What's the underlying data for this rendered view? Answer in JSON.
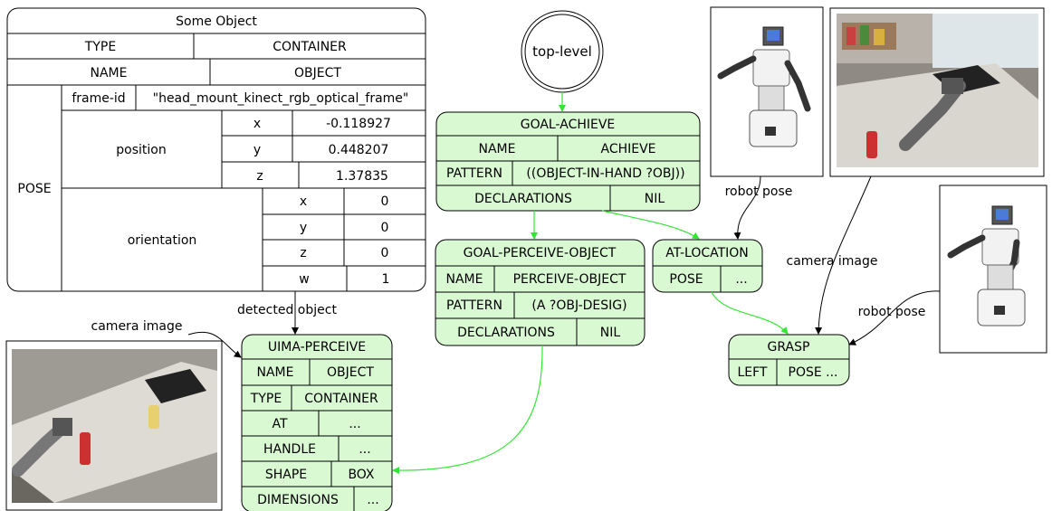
{
  "some_object": {
    "title": "Some Object",
    "type_label": "TYPE",
    "type_value": "CONTAINER",
    "name_label": "NAME",
    "name_value": "OBJECT",
    "pose_label": "POSE",
    "frame_id_label": "frame-id",
    "frame_id_value": "\"head_mount_kinect_rgb_optical_frame\"",
    "position_label": "position",
    "position": [
      {
        "axis": "x",
        "value": "-0.118927"
      },
      {
        "axis": "y",
        "value": "0.448207"
      },
      {
        "axis": "z",
        "value": "1.37835"
      }
    ],
    "orientation_label": "orientation",
    "orientation": [
      {
        "axis": "x",
        "value": "0"
      },
      {
        "axis": "y",
        "value": "0"
      },
      {
        "axis": "z",
        "value": "0"
      },
      {
        "axis": "w",
        "value": "1"
      }
    ]
  },
  "top_level": "top-level",
  "goal_achieve": {
    "title": "GOAL-ACHIEVE",
    "rows": [
      [
        "NAME",
        "ACHIEVE"
      ],
      [
        "PATTERN",
        "((OBJECT-IN-HAND ?OBJ))"
      ],
      [
        "DECLARATIONS",
        "NIL"
      ]
    ]
  },
  "goal_perceive": {
    "title": "GOAL-PERCEIVE-OBJECT",
    "rows": [
      [
        "NAME",
        "PERCEIVE-OBJECT"
      ],
      [
        "PATTERN",
        "(A ?OBJ-DESIG)"
      ],
      [
        "DECLARATIONS",
        "NIL"
      ]
    ]
  },
  "at_location": {
    "title": "AT-LOCATION",
    "rows": [
      [
        "POSE",
        "..."
      ]
    ]
  },
  "grasp": {
    "title": "GRASP",
    "rows": [
      [
        "LEFT",
        "POSE ..."
      ]
    ]
  },
  "uima": {
    "title": "UIMA-PERCEIVE",
    "rows": [
      [
        "NAME",
        "OBJECT"
      ],
      [
        "TYPE",
        "CONTAINER"
      ],
      [
        "AT",
        "..."
      ],
      [
        "HANDLE",
        "..."
      ],
      [
        "SHAPE",
        "BOX"
      ],
      [
        "DIMENSIONS",
        "..."
      ]
    ]
  },
  "edge_labels": {
    "detected_object": "detected object",
    "camera_image_left": "camera image",
    "robot_pose_top": "robot pose",
    "camera_image_right": "camera image",
    "robot_pose_right": "robot pose"
  },
  "colors": {
    "node_fill": "#d9f9d3",
    "edge_green": "#33e633",
    "stroke": "#000000"
  }
}
